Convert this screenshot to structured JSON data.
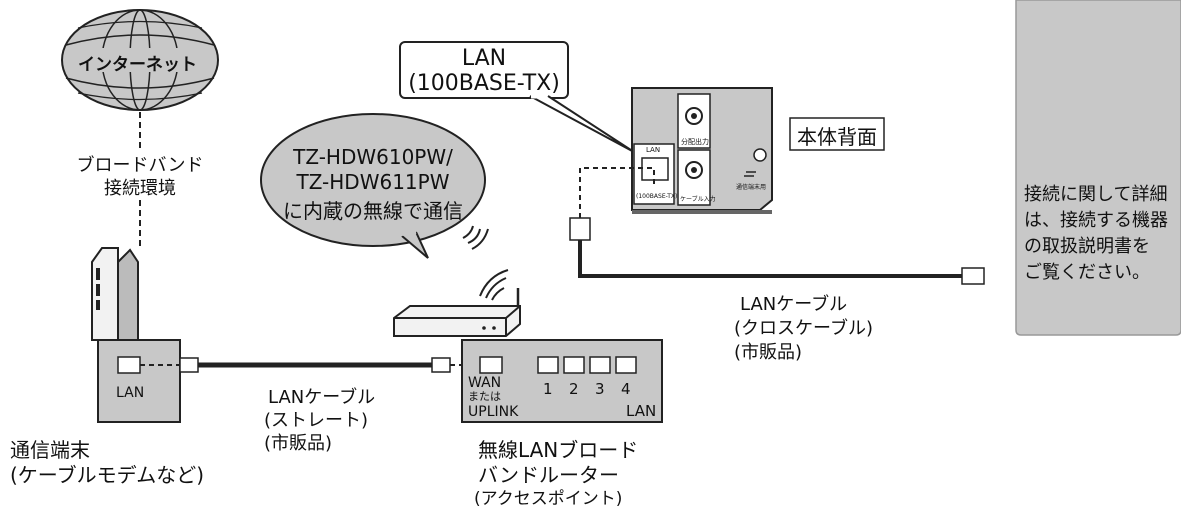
{
  "labels": {
    "internet": "インターネット",
    "broadband": [
      "ブロードバンド",
      "接続環境"
    ],
    "lan_spec_box": [
      "LAN",
      "(100BASE-TX)"
    ],
    "rear_panel": "本体背面",
    "builtin_wireless": [
      "TZ-HDW610PW/",
      "TZ-HDW611PW",
      "に内蔵の無線で通信"
    ],
    "note": [
      "接続に関して詳細",
      "は、接続する機器",
      "の取扱説明書を",
      "ご覧ください。"
    ],
    "modem_port": "LAN",
    "modem": [
      "通信端末",
      "(ケーブルモデムなど)"
    ],
    "straight_cable": [
      "LANケーブル",
      "(ストレート)",
      "(市販品)"
    ],
    "cross_cable": [
      "LANケーブル",
      "(クロスケーブル)",
      "(市販品)"
    ],
    "router_wan": [
      "WAN",
      "または",
      "UPLINK"
    ],
    "router_ports": [
      "1",
      "2",
      "3",
      "4"
    ],
    "router_lan": "LAN",
    "router": [
      "無線LANブロード",
      "バンドルーター"
    ],
    "router_sub": "(アクセスポイント)",
    "panel_labels": {
      "lan_top": "LAN",
      "lan_bottom": "(100BASE-TX)",
      "split_out": "分配出力",
      "cable_in": "ケーブル入力",
      "ground": "通信端末用"
    }
  }
}
